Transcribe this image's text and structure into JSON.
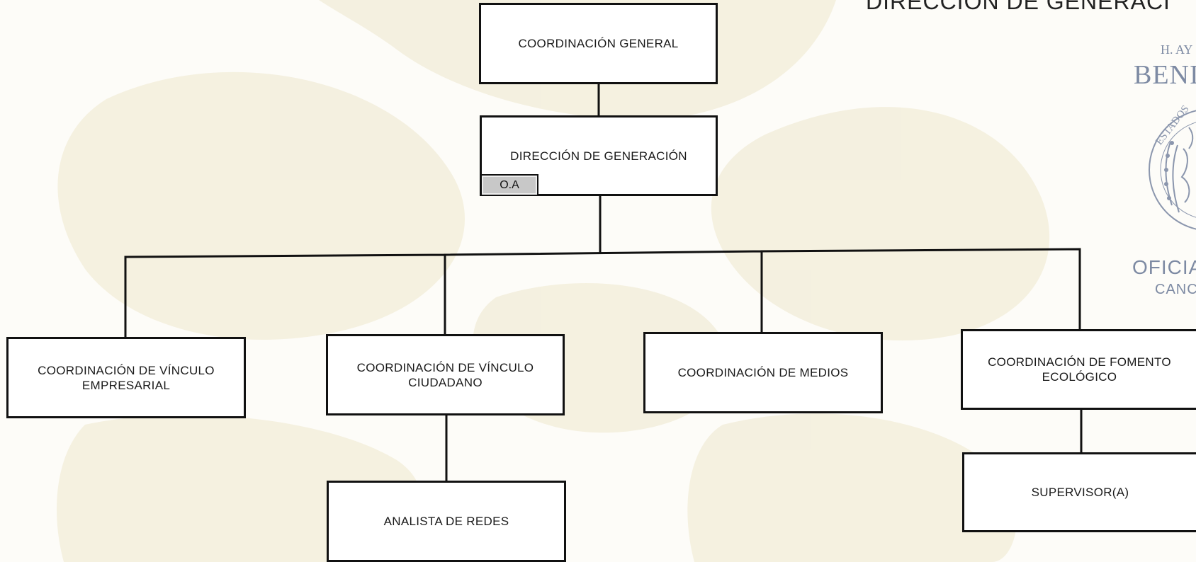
{
  "header": {
    "title_partial": "DIRECCIÓN DE GENERACI"
  },
  "stamp": {
    "line1": "H. AY",
    "line2": "BENI",
    "ring_text": "ESTADOS",
    "office": "OFICIA",
    "city": "CANC"
  },
  "org_chart": {
    "top": "COORDINACIÓN GENERAL",
    "direction": "DIRECCIÓN DE GENERACIÓN",
    "direction_badge": "O.A",
    "coord_empresarial": "COORDINACIÓN DE VÍNCULO EMPRESARIAL",
    "coord_ciudadano": "COORDINACIÓN DE VÍNCULO CIUDADANO",
    "coord_medios": "COORDINACIÓN DE MEDIOS",
    "coord_fomento": "COORDINACIÓN DE FOMENTO ECOLÓGICO",
    "analista": "ANALISTA DE REDES",
    "supervisor": "SUPERVISOR(A)"
  },
  "colors": {
    "background": "#fdfcf8",
    "watermark": "#f3eedc",
    "line": "#111111",
    "stamp": "#7d8aa3",
    "badge_fill": "#c8c8c8"
  }
}
